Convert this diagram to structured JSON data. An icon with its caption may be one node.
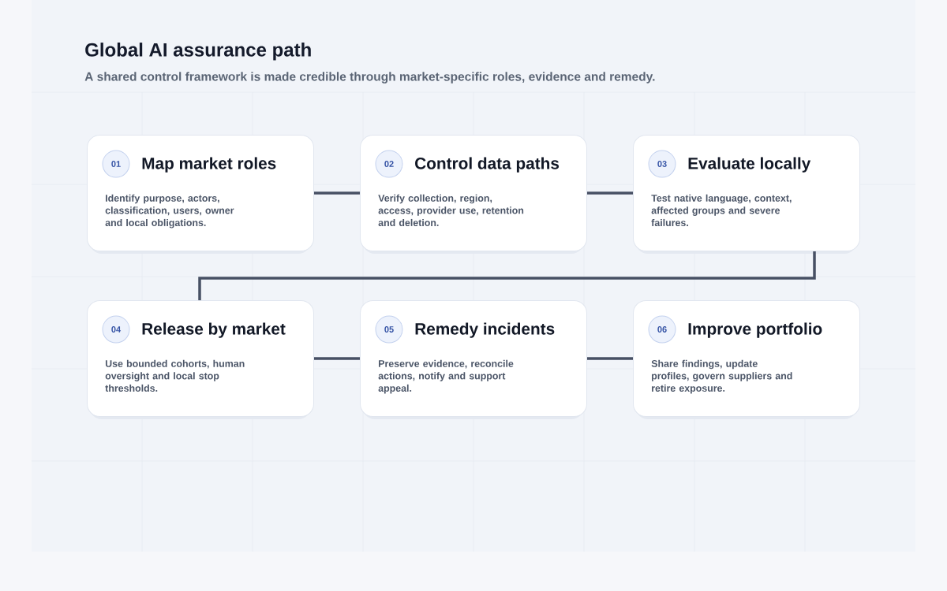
{
  "diagram": {
    "title": "Global AI assurance path",
    "nodes": [
      {
        "text": [
          "Map market roles",
          "Identify purpose, actors, classification, users, owner and local obligations."
        ]
      },
      {
        "text": [
          "01"
        ],
        "in": 0
      },
      {
        "text": [
          "Control data paths",
          "Verify collection, region, access, provider use, retention and deletion."
        ]
      },
      {
        "text": [
          "02"
        ],
        "in": 2
      },
      {
        "text": [
          "Evaluate locally",
          "Test native language, context, affected groups and severe failures."
        ]
      },
      {
        "text": [
          "03"
        ],
        "in": 4
      },
      {
        "text": [
          "Release by market",
          "Use bounded cohorts, human oversight and local stop thresholds."
        ]
      },
      {
        "text": [
          "04"
        ],
        "in": 6
      },
      {
        "text": [
          "Remedy incidents",
          "Preserve evidence, reconcile actions, notify and support appeal."
        ]
      },
      {
        "text": [
          "05"
        ],
        "in": 8
      },
      {
        "text": [
          "Improve portfolio",
          "Share findings, update profiles, govern suppliers and retire exposure."
        ]
      },
      {
        "text": [
          "06"
        ],
        "in": 10
      }
    ],
    "edges": [
      {
        "from": 0,
        "to": 2,
        "arrow": "none"
      },
      {
        "from": 2,
        "to": 4,
        "arrow": "none"
      },
      {
        "from": 4,
        "to": 6,
        "arrow": "none"
      },
      {
        "from": 6,
        "to": 8,
        "arrow": "none"
      },
      {
        "from": 8,
        "to": 10,
        "arrow": "none"
      }
    ],
    "labels": [
      "A shared control framework is made credible through market-specific roles, evidence and remedy."
    ]
  }
}
